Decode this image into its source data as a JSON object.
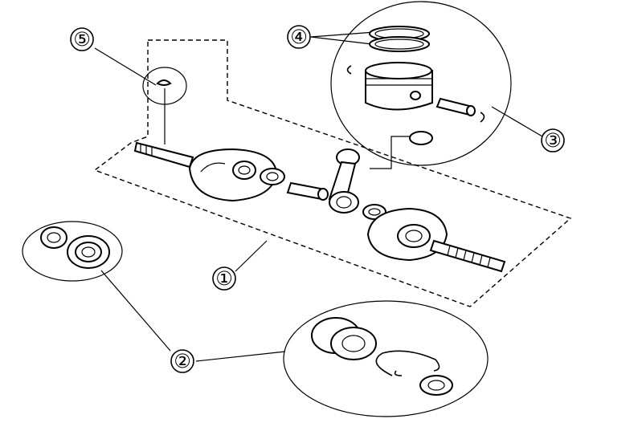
{
  "diagram": {
    "callouts": [
      {
        "id": "1",
        "label": "①"
      },
      {
        "id": "2",
        "label": "②"
      },
      {
        "id": "3",
        "label": "③"
      },
      {
        "id": "4",
        "label": "④"
      },
      {
        "id": "5",
        "label": "⑤"
      }
    ]
  }
}
